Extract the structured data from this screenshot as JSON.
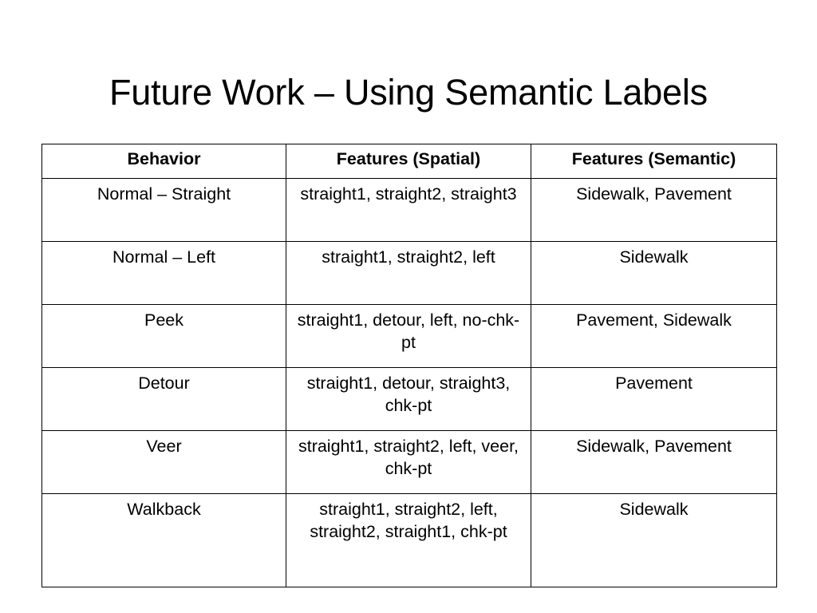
{
  "slide": {
    "title": "Future Work – Using Semantic Labels"
  },
  "table": {
    "headers": {
      "behavior": "Behavior",
      "spatial": "Features (Spatial)",
      "semantic": "Features (Semantic)"
    },
    "rows": [
      {
        "behavior": "Normal – Straight",
        "spatial": "straight1, straight2, straight3",
        "semantic": "Sidewalk, Pavement"
      },
      {
        "behavior": "Normal – Left",
        "spatial": "straight1, straight2, left",
        "semantic": "Sidewalk"
      },
      {
        "behavior": "Peek",
        "spatial": "straight1, detour, left, no-chk-pt",
        "semantic": "Pavement, Sidewalk"
      },
      {
        "behavior": "Detour",
        "spatial": "straight1, detour, straight3, chk-pt",
        "semantic": "Pavement"
      },
      {
        "behavior": "Veer",
        "spatial": "straight1, straight2, left, veer, chk-pt",
        "semantic": "Sidewalk, Pavement"
      },
      {
        "behavior": "Walkback",
        "spatial": "straight1, straight2, left, straight2, straight1, chk-pt",
        "semantic": "Sidewalk"
      }
    ]
  },
  "colors": {
    "background": "#ffffff",
    "text": "#000000",
    "border": "#000000"
  }
}
